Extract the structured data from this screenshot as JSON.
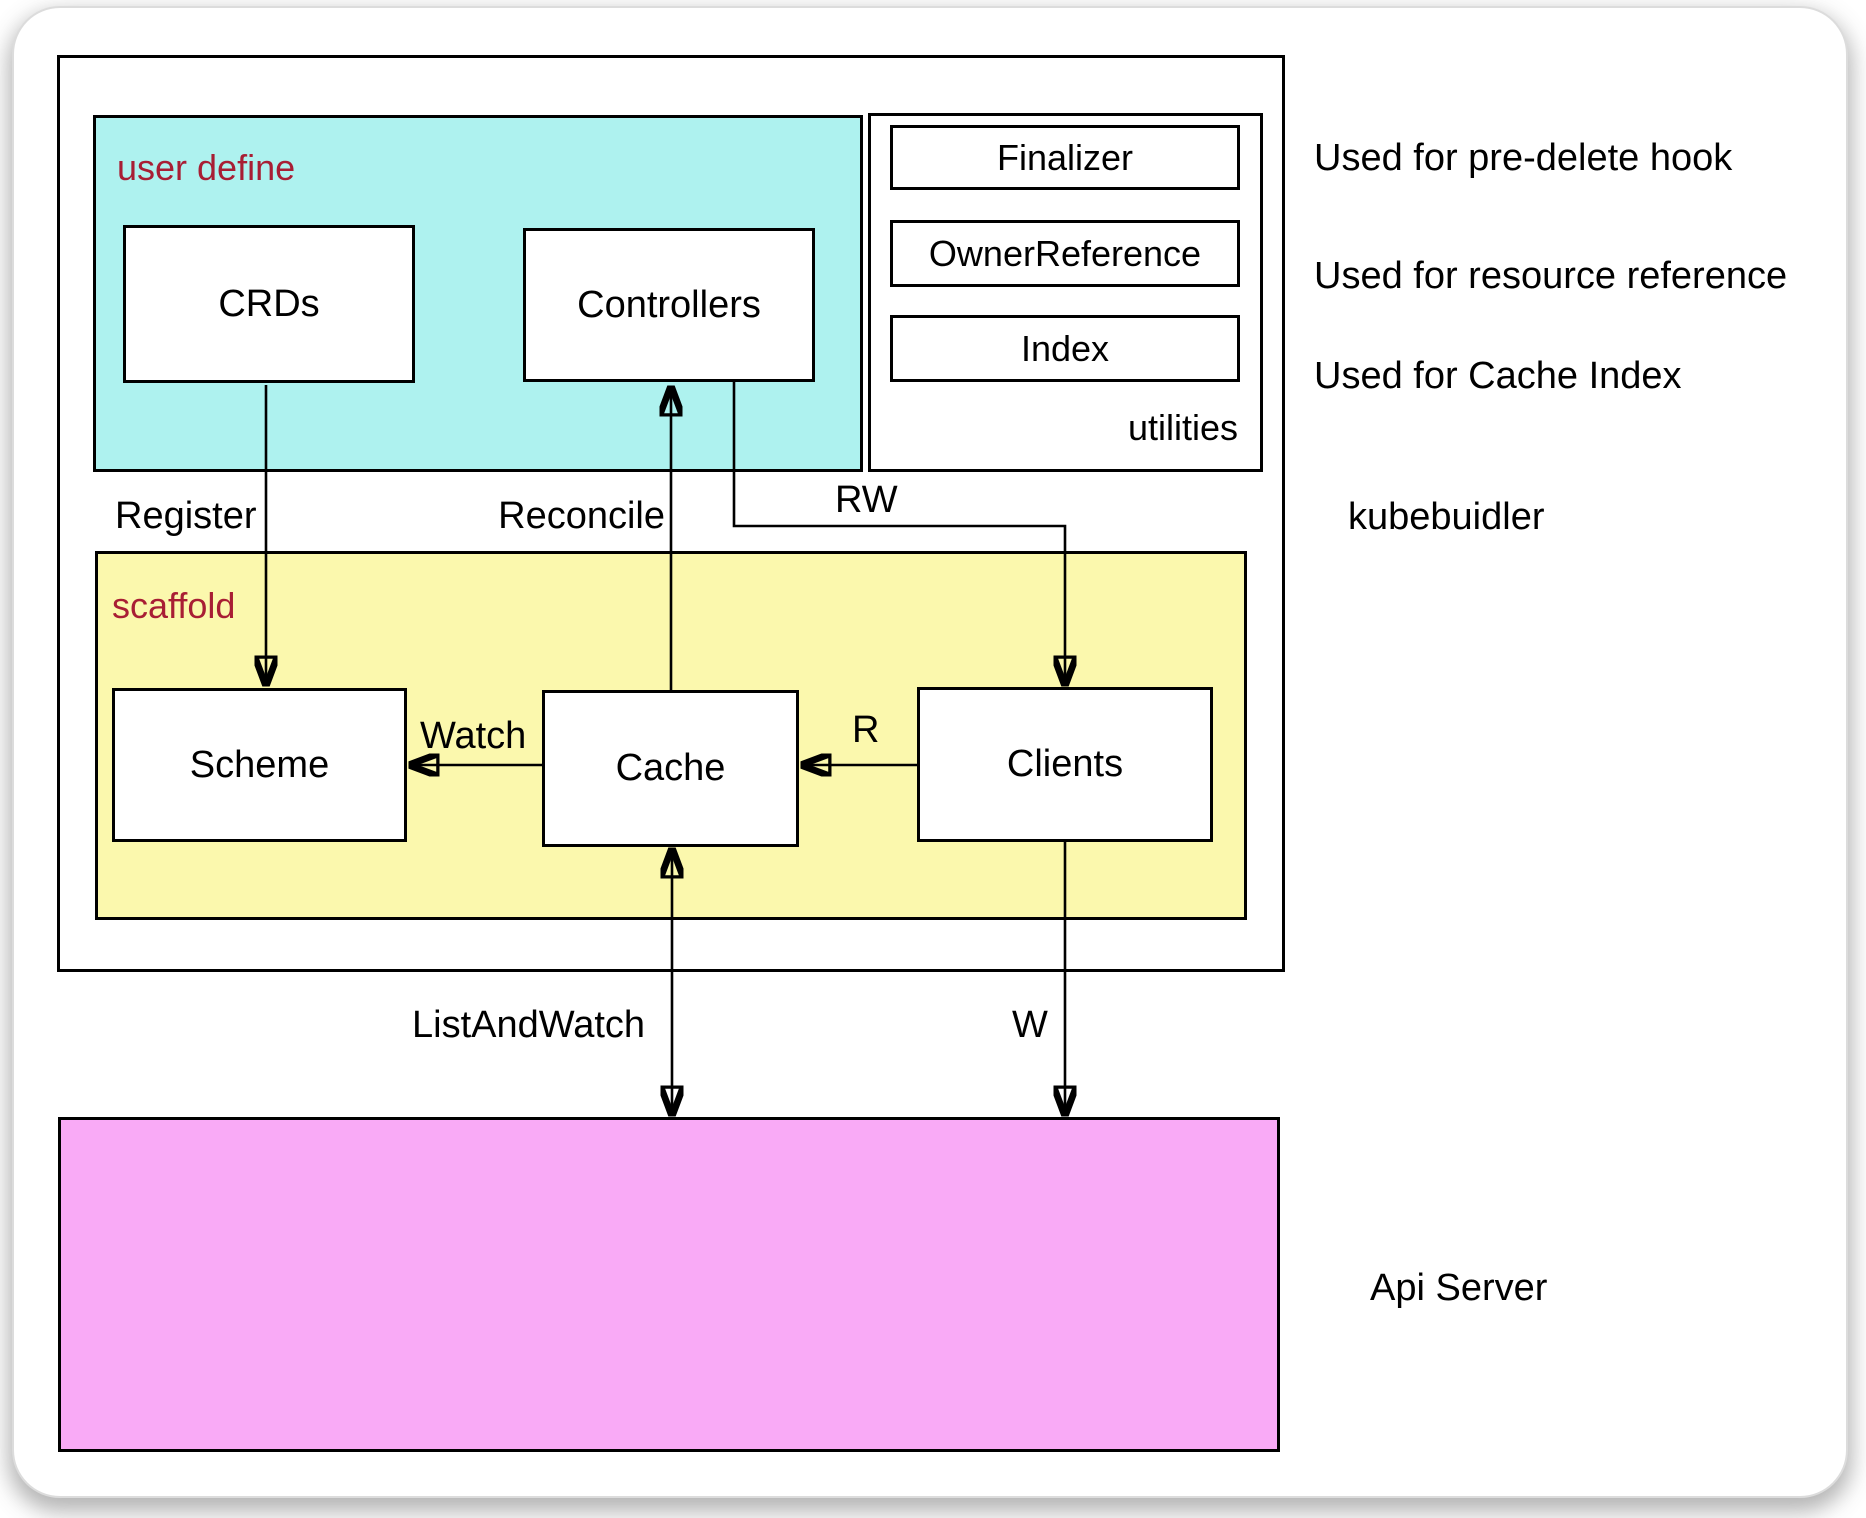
{
  "palette": {
    "cyan": "#aef2ef",
    "yellow": "#fbf8ad",
    "pink": "#f9aaf6",
    "red_label": "#a81e34",
    "line": "#000000"
  },
  "regions": {
    "user_define": {
      "label": "user define"
    },
    "scaffold": {
      "label": "scaffold"
    },
    "utilities": {
      "label": "utilities"
    },
    "api_server": {
      "label": "Api Server"
    },
    "kubebuilder": {
      "label": "kubebuidler"
    }
  },
  "nodes": {
    "crds": {
      "label": "CRDs"
    },
    "controllers": {
      "label": "Controllers"
    },
    "finalizer": {
      "label": "Finalizer"
    },
    "owner_reference": {
      "label": "OwnerReference"
    },
    "index": {
      "label": "Index"
    },
    "scheme": {
      "label": "Scheme"
    },
    "cache": {
      "label": "Cache"
    },
    "clients": {
      "label": "Clients"
    }
  },
  "edges": {
    "register": {
      "label": "Register",
      "from": "CRDs",
      "to": "Scheme"
    },
    "reconcile": {
      "label": "Reconcile",
      "from": "Cache",
      "to": "Controllers"
    },
    "rw": {
      "label": "RW",
      "from": "Controllers",
      "to": "Clients"
    },
    "watch": {
      "label": "Watch",
      "from": "Cache",
      "to": "Scheme"
    },
    "r": {
      "label": "R",
      "from": "Clients",
      "to": "Cache"
    },
    "list_and_watch": {
      "label": "ListAndWatch",
      "from": "Cache",
      "to": "Api Server",
      "bidirectional": true
    },
    "w": {
      "label": "W",
      "from": "Clients",
      "to": "Api Server"
    }
  },
  "annotations": {
    "finalizer_note": "Used for pre-delete hook",
    "owner_reference_note": "Used for resource reference",
    "index_note": "Used for Cache Index"
  }
}
